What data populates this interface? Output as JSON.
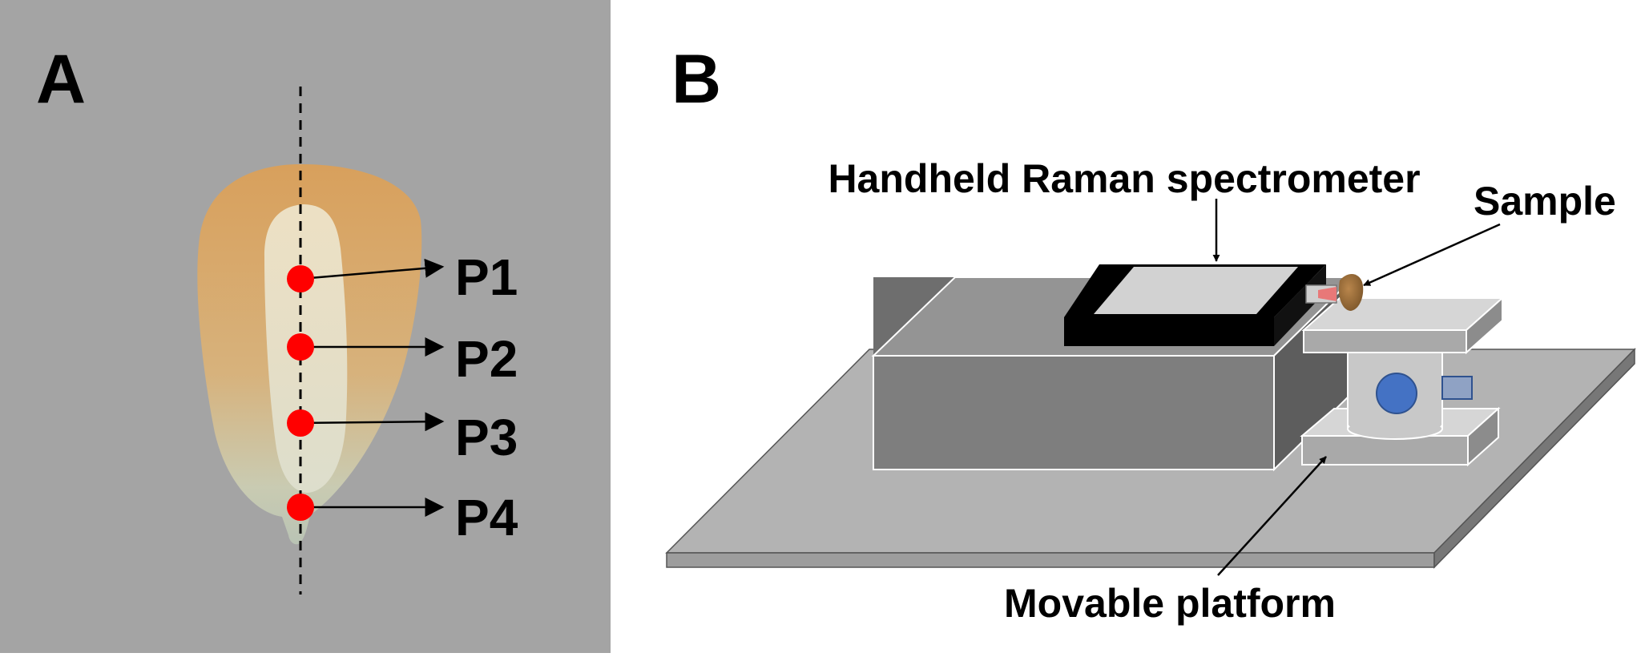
{
  "panel_a": {
    "label": "A",
    "points": [
      {
        "label": "P1"
      },
      {
        "label": "P2"
      },
      {
        "label": "P3"
      },
      {
        "label": "P4"
      }
    ],
    "colors": {
      "background": "#a4a4a4",
      "point": "#ff0000",
      "kernel": "#d9a466"
    }
  },
  "panel_b": {
    "label": "B",
    "spectrometer_label": "Handheld Raman spectrometer",
    "sample_label": "Sample",
    "platform_label": "Movable platform",
    "colors": {
      "box": "#7a7a7a",
      "base": "#b3b3b3",
      "knob": "#4472c4"
    }
  }
}
